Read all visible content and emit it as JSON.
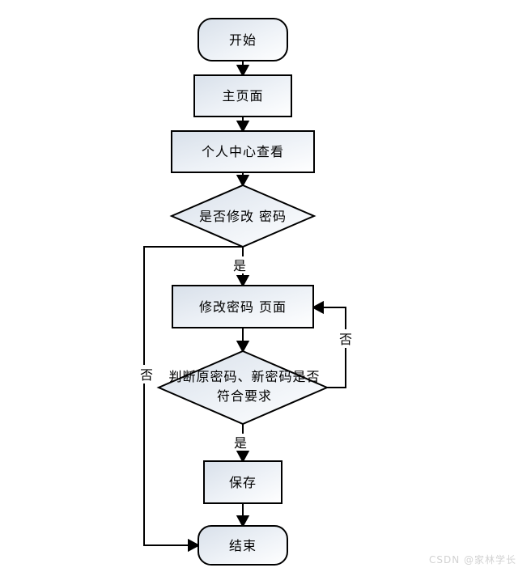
{
  "diagram": {
    "type": "flowchart",
    "language": "zh-CN",
    "colors": {
      "shape_fill_top_left": "#d8e0ea",
      "shape_fill_bottom_right": "#ffffff",
      "stroke": "#000000",
      "text": "#000000"
    },
    "nodes": {
      "start": {
        "type": "terminator",
        "label": "开始"
      },
      "main_page": {
        "type": "process",
        "label": "主页面"
      },
      "personal_center": {
        "type": "process",
        "label": "个人中心查看"
      },
      "decision_modify": {
        "type": "decision",
        "label": "是否修改 密码"
      },
      "modify_page": {
        "type": "process",
        "label": "修改密码 页面"
      },
      "decision_validate": {
        "type": "decision",
        "label_line1": "判断原密码、新密码是否",
        "label_line2": "符合要求"
      },
      "save": {
        "type": "process",
        "label": "保存"
      },
      "end": {
        "type": "terminator",
        "label": "结束"
      }
    },
    "edges": {
      "start_to_main": {
        "label": ""
      },
      "main_to_personal": {
        "label": ""
      },
      "personal_to_decision1": {
        "label": ""
      },
      "decision1_yes": {
        "label": "是"
      },
      "decision1_no": {
        "label": "否"
      },
      "modify_to_decision2": {
        "label": ""
      },
      "decision2_no": {
        "label": "否"
      },
      "decision2_yes": {
        "label": "是"
      },
      "save_to_end": {
        "label": ""
      }
    }
  },
  "watermark": {
    "text": "CSDN @家林学长",
    "color": "#d2d2d2"
  }
}
